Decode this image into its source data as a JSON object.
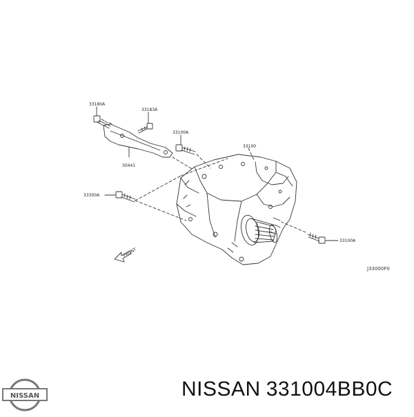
{
  "diagram": {
    "callouts": {
      "bolt_top_left": "33180A",
      "bolt_top_mid": "33183A",
      "bolt_bracket": "33100A",
      "bracket": "30441",
      "transfer_unit": "33100",
      "bolt_left": "33300A",
      "bolt_right": "33100A"
    },
    "front_label": "FRONT",
    "diagram_code": "J33000F0"
  },
  "logo": {
    "text": "NISSAN"
  },
  "caption": {
    "brand": "NISSAN",
    "part_number": "331004BB0C"
  },
  "colors": {
    "line": "#333333",
    "background": "#ffffff",
    "caption": "#111111"
  }
}
